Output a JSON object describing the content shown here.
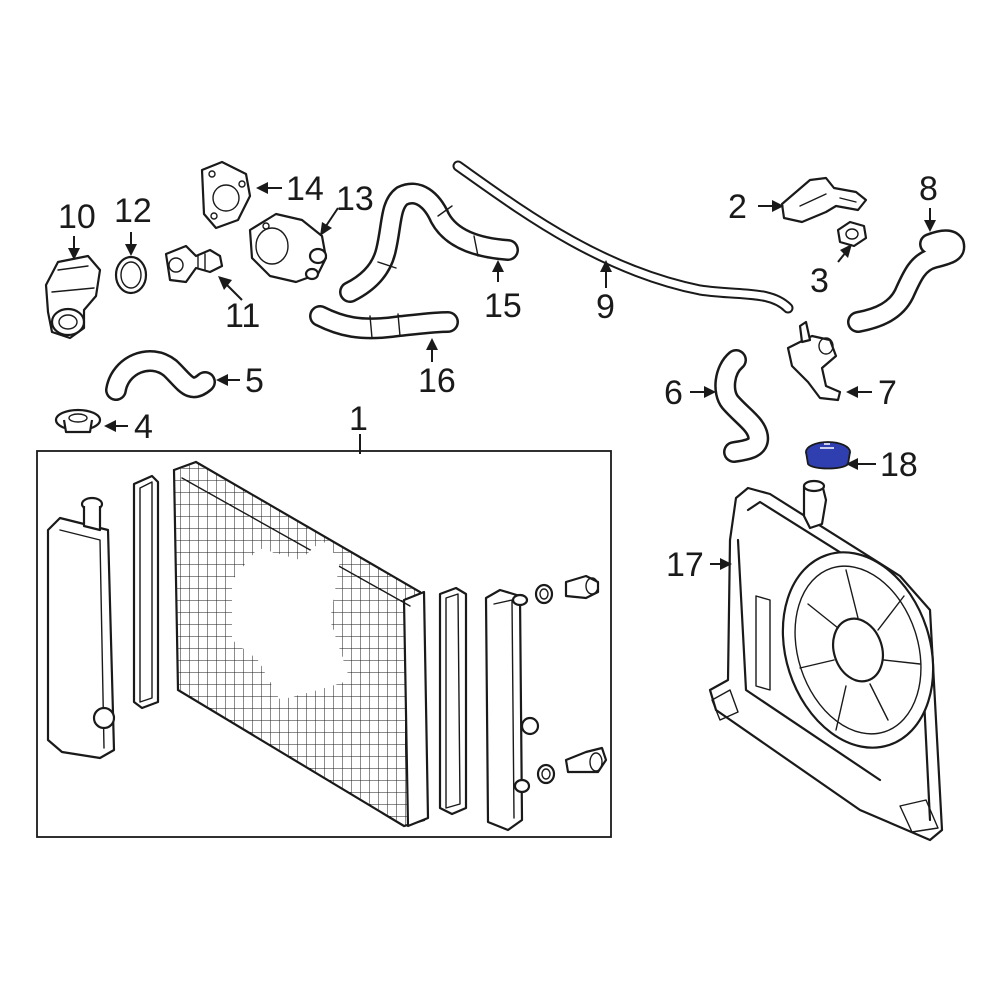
{
  "callouts": {
    "c1": "1",
    "c2": "2",
    "c3": "3",
    "c4": "4",
    "c5": "5",
    "c6": "6",
    "c7": "7",
    "c8": "8",
    "c9": "9",
    "c10": "10",
    "c11": "11",
    "c12": "12",
    "c13": "13",
    "c14": "14",
    "c15": "15",
    "c16": "16",
    "c17": "17",
    "c18": "18"
  },
  "colors": {
    "line": "#1a1a1a",
    "background": "#ffffff",
    "highlight_part": "#2f3fb0"
  },
  "highlighted_part": "18"
}
